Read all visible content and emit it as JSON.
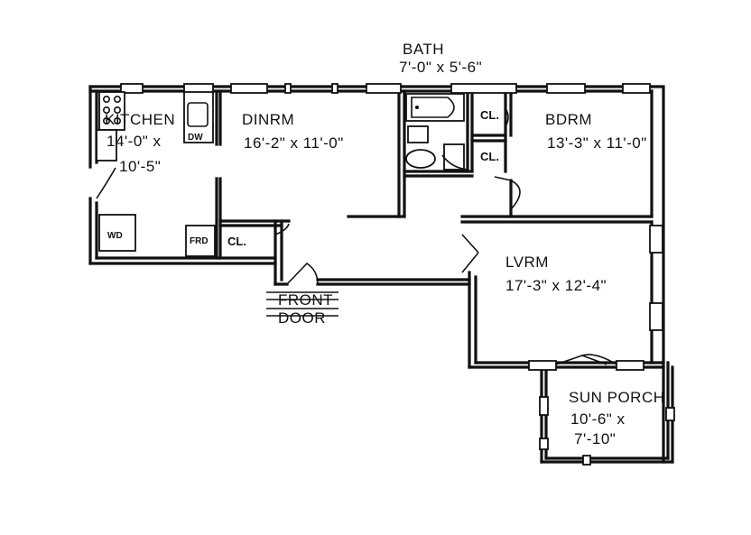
{
  "rooms": {
    "bath": {
      "name": "BATH",
      "dims": "7'-0\" x 5'-6\""
    },
    "kitchen": {
      "name": "KITCHEN",
      "dims1": "14'-0\" x",
      "dims2": "10'-5\""
    },
    "dinrm": {
      "name": "DINRM",
      "dims": "16'-2\" x 11'-0\""
    },
    "bdrm": {
      "name": "BDRM",
      "dims": "13'-3\" x 11'-0\""
    },
    "lvrm": {
      "name": "LVRM",
      "dims": "17'-3\" x 12'-4\""
    },
    "sunporch": {
      "name": "SUN PORCH",
      "dims1": "10'-6\" x",
      "dims2": "7'-10\""
    }
  },
  "fixtures": {
    "dw": "DW",
    "wd": "WD",
    "frd": "FRD",
    "closet": "CL.",
    "closet_bdrm_1": "CL.",
    "closet_bdrm_2": "CL."
  },
  "front_door": {
    "line1": "FRONT",
    "line2": "DOOR"
  }
}
